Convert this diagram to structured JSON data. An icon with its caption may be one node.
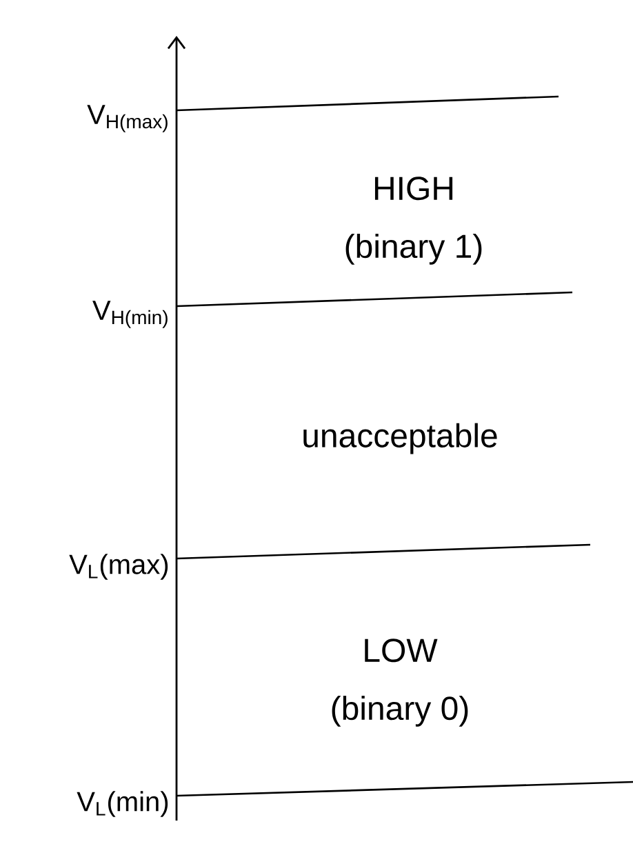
{
  "diagram": {
    "nodes": [
      {
        "text": [
          "HIGH",
          "(binary 1)"
        ]
      },
      {
        "text": [
          "unacceptable"
        ]
      },
      {
        "text": [
          "LOW",
          "(binary 0)"
        ]
      }
    ],
    "labels": [
      "V$_{H(max)}$",
      "V$_{H(min)}$",
      "V$_{L}$(max)",
      "V$_{L}$(min)"
    ]
  }
}
